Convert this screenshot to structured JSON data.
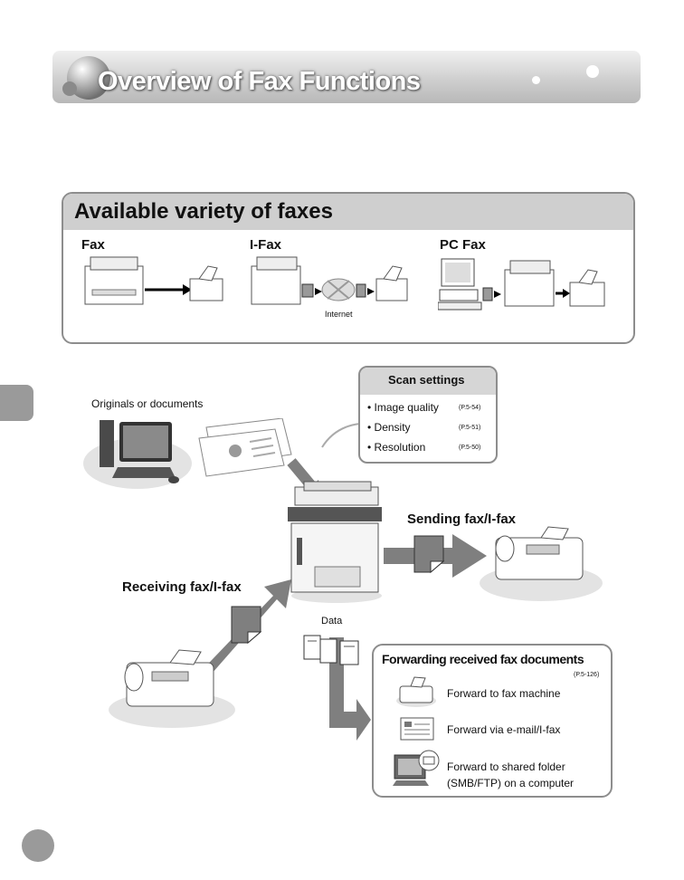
{
  "header": {
    "title": "Overview of Fax Functions"
  },
  "variety": {
    "title": "Available variety of faxes",
    "types": [
      {
        "label": "Fax"
      },
      {
        "label": "I-Fax",
        "network_label": "Internet"
      },
      {
        "label": "PC Fax"
      }
    ]
  },
  "diagram": {
    "originals_label": "Originals or documents",
    "sending_label": "Sending fax/I-fax",
    "receiving_label": "Receiving fax/I-fax",
    "data_label": "Data"
  },
  "scan_settings": {
    "title": "Scan settings",
    "items": [
      {
        "label": "• Image quality",
        "ref": "(P.5-54)"
      },
      {
        "label": "• Density",
        "ref": "(P.5-51)"
      },
      {
        "label": "• Resolution",
        "ref": "(P.5-50)"
      }
    ]
  },
  "forwarding": {
    "title": "Forwarding received fax documents",
    "ref": "(P.5-126)",
    "items": [
      {
        "label": "Forward to fax machine"
      },
      {
        "label": "Forward via e-mail/I-fax"
      },
      {
        "label": "Forward to shared folder"
      },
      {
        "label": "(SMB/FTP) on a computer"
      }
    ]
  },
  "colors": {
    "accent_gray": "#9a9a9a",
    "arrow_gray": "#7f7f7f",
    "box_border": "#8d8d8d"
  }
}
